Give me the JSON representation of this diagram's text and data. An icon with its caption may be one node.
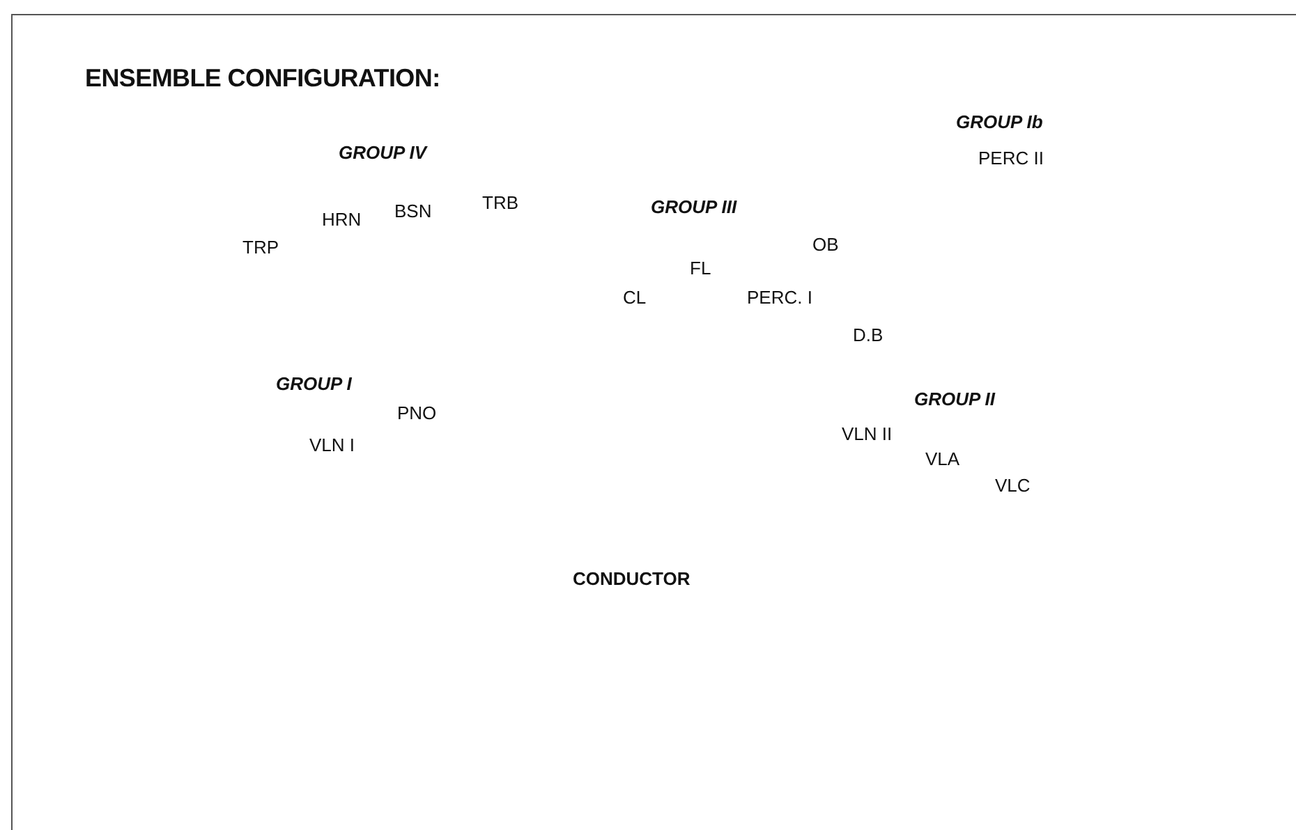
{
  "diagram": {
    "title": "ENSEMBLE CONFIGURATION:",
    "labels": [
      "GROUP Ib",
      "GROUP IV",
      "PERC II",
      "TRB",
      "GROUP III",
      "BSN",
      "HRN",
      "OB",
      "TRP",
      "FL",
      "CL",
      "PERC. I",
      "D.B",
      "GROUP I",
      "GROUP II",
      "PNO",
      "VLN II",
      "VLN I",
      "VLA",
      "VLC",
      "CONDUCTOR"
    ]
  }
}
